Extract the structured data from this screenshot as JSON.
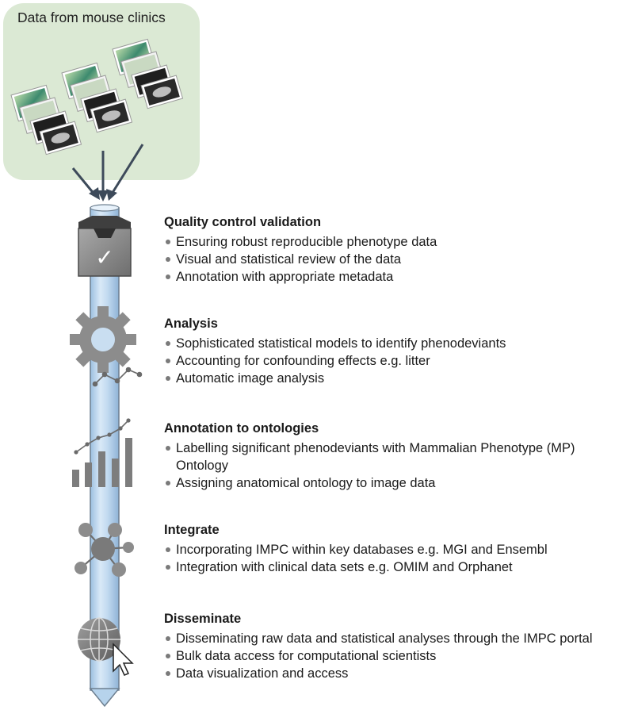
{
  "clinics": {
    "title": "Data from mouse clinics"
  },
  "sections": [
    {
      "title": "Quality control validation",
      "bullets": [
        "Ensuring robust reproducible phenotype data",
        "Visual and statistical review of the data",
        "Annotation with appropriate metadata"
      ]
    },
    {
      "title": "Analysis",
      "bullets": [
        "Sophisticated statistical models to identify phenodeviants",
        "Accounting for confounding effects e.g. litter",
        "Automatic image analysis"
      ]
    },
    {
      "title": "Annotation to ontologies",
      "bullets": [
        "Labelling significant phenodeviants with Mammalian Phenotype (MP) Ontology",
        "Assigning anatomical ontology to image data"
      ]
    },
    {
      "title": "Integrate",
      "bullets": [
        "Incorporating IMPC within key databases e.g. MGI and Ensembl",
        "Integration with clinical data sets e.g. OMIM and Orphanet"
      ]
    },
    {
      "title": "Disseminate",
      "bullets": [
        "Disseminating raw data and statistical analyses through the IMPC portal",
        "Bulk data access for computational scientists",
        "Data visualization and access"
      ]
    }
  ],
  "colors": {
    "panel": "#dbe9d4",
    "pipe": "#b6d3ec",
    "pipe_edge": "#6d7f90",
    "icon_gray": "#8c8c8c",
    "arrow": "#3d4a5a"
  }
}
